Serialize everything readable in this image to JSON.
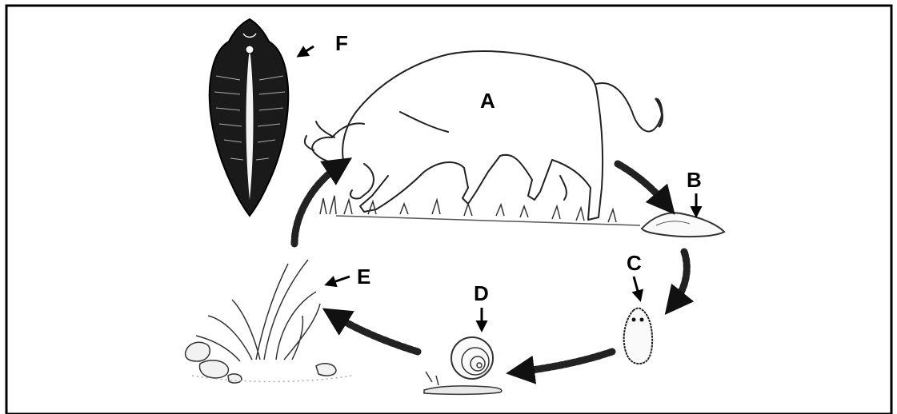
{
  "diagram": {
    "labels": {
      "A": "A",
      "B": "B",
      "C": "C",
      "D": "D",
      "E": "E",
      "F": "F"
    },
    "stages": {
      "A": "cow-host",
      "B": "dung-with-eggs",
      "C": "larva-stage",
      "D": "snail-host",
      "E": "cysts-on-grass",
      "F": "adult-liver-fluke"
    }
  }
}
